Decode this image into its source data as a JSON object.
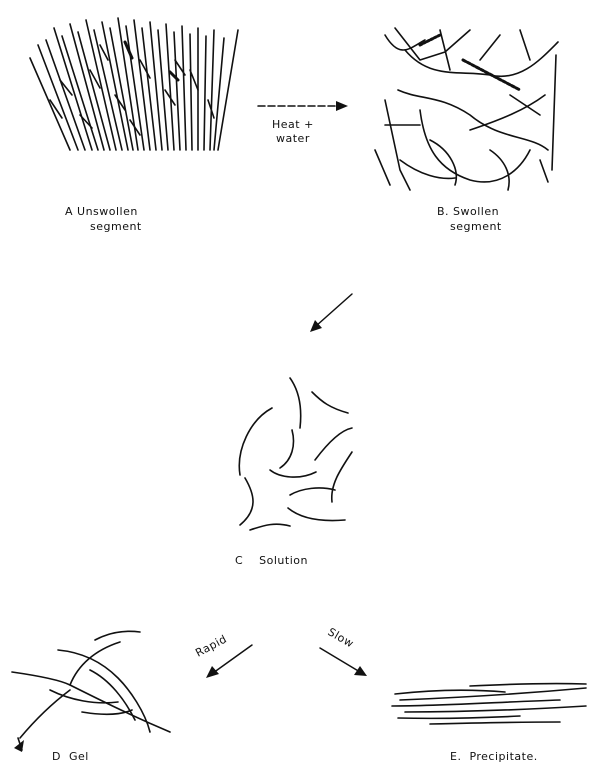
{
  "diagram": {
    "panels": {
      "a": {
        "label_line1": "A  Unswollen",
        "label_line2": "segment"
      },
      "b": {
        "label_line1": "B.  Swollen",
        "label_line2": "segment"
      },
      "c": {
        "label": "C    Solution"
      },
      "d": {
        "label": "D  Gel"
      },
      "e": {
        "label": "E.  Precipitate."
      }
    },
    "arrows": {
      "heat_water": {
        "line1": "Heat +",
        "line2": "water"
      },
      "rapid": {
        "label": "Rapid"
      },
      "slow": {
        "label": "Slow"
      }
    }
  }
}
